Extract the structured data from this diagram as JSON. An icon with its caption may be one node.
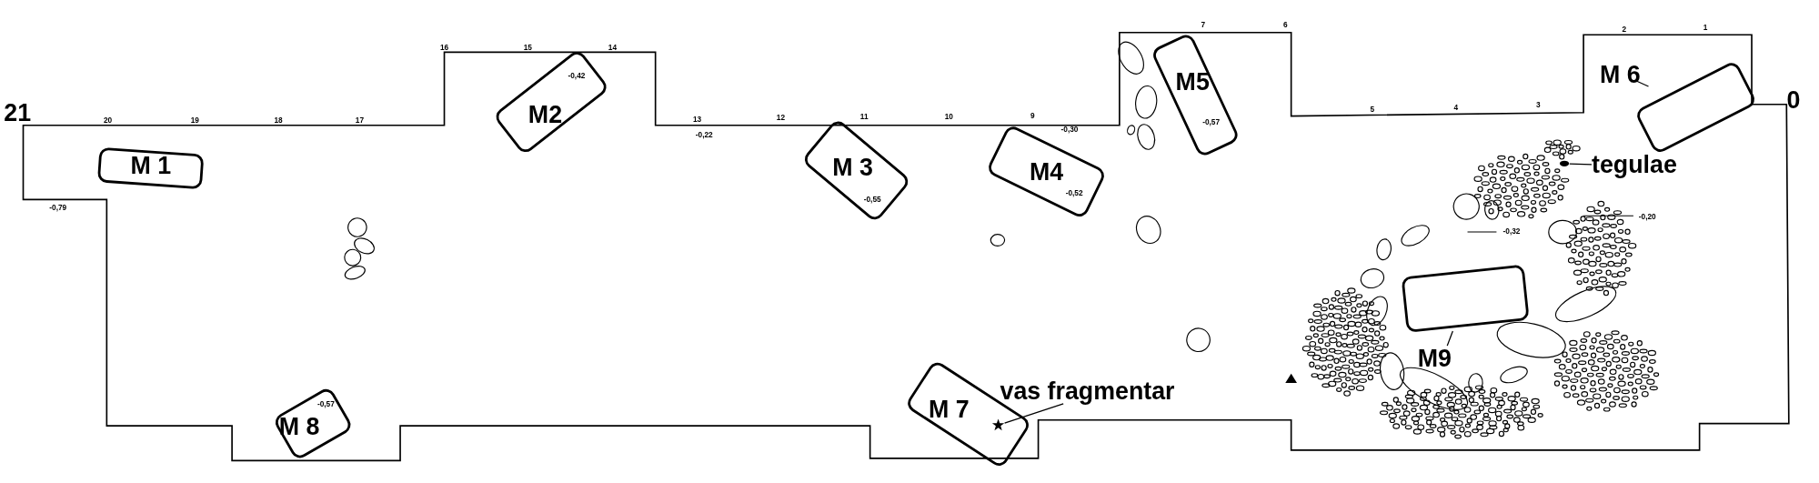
{
  "diagram": {
    "nodes": [
      {
        "text": [
          "M 1"
        ]
      },
      {
        "text": [
          "-0,42",
          "M2"
        ]
      },
      {
        "text": [
          "M 3",
          "-0,55"
        ]
      },
      {
        "text": [
          "M4",
          "-0,52"
        ]
      },
      {
        "text": [
          "M5",
          "-0,57"
        ]
      },
      {
        "text": [
          "M 6"
        ]
      },
      {
        "text": [],
        "shape": "box"
      },
      {
        "text": [
          "tegulae"
        ]
      },
      {
        "text": [],
        "shape": "circle"
      },
      {
        "text": [],
        "shape": "box"
      },
      {
        "text": [
          "M9"
        ]
      },
      {
        "text": [
          "M 7"
        ]
      },
      {
        "text": [
          "vas fragmentar"
        ]
      },
      {
        "text": [],
        "shape": "star",
        "in": 11
      },
      {
        "text": [
          "-0,57",
          "M 8"
        ]
      }
    ],
    "edges": [
      {
        "from": 5,
        "to": 6,
        "arrow": "none"
      },
      {
        "from": 7,
        "to": 8,
        "arrow": "none"
      },
      {
        "from": 10,
        "to": 9,
        "arrow": "none"
      },
      {
        "from": 12,
        "to": 13,
        "arrow": "none"
      }
    ],
    "labels": [
      "7",
      "6",
      "2",
      "1",
      "16",
      "15",
      "14",
      "0",
      "21",
      "5",
      "4",
      "3",
      "20",
      "19",
      "18",
      "17",
      "13",
      "12",
      "11",
      "10",
      "9",
      "-0,30",
      "-0,22",
      "-0,79",
      "-0,20",
      "-0,32"
    ]
  }
}
